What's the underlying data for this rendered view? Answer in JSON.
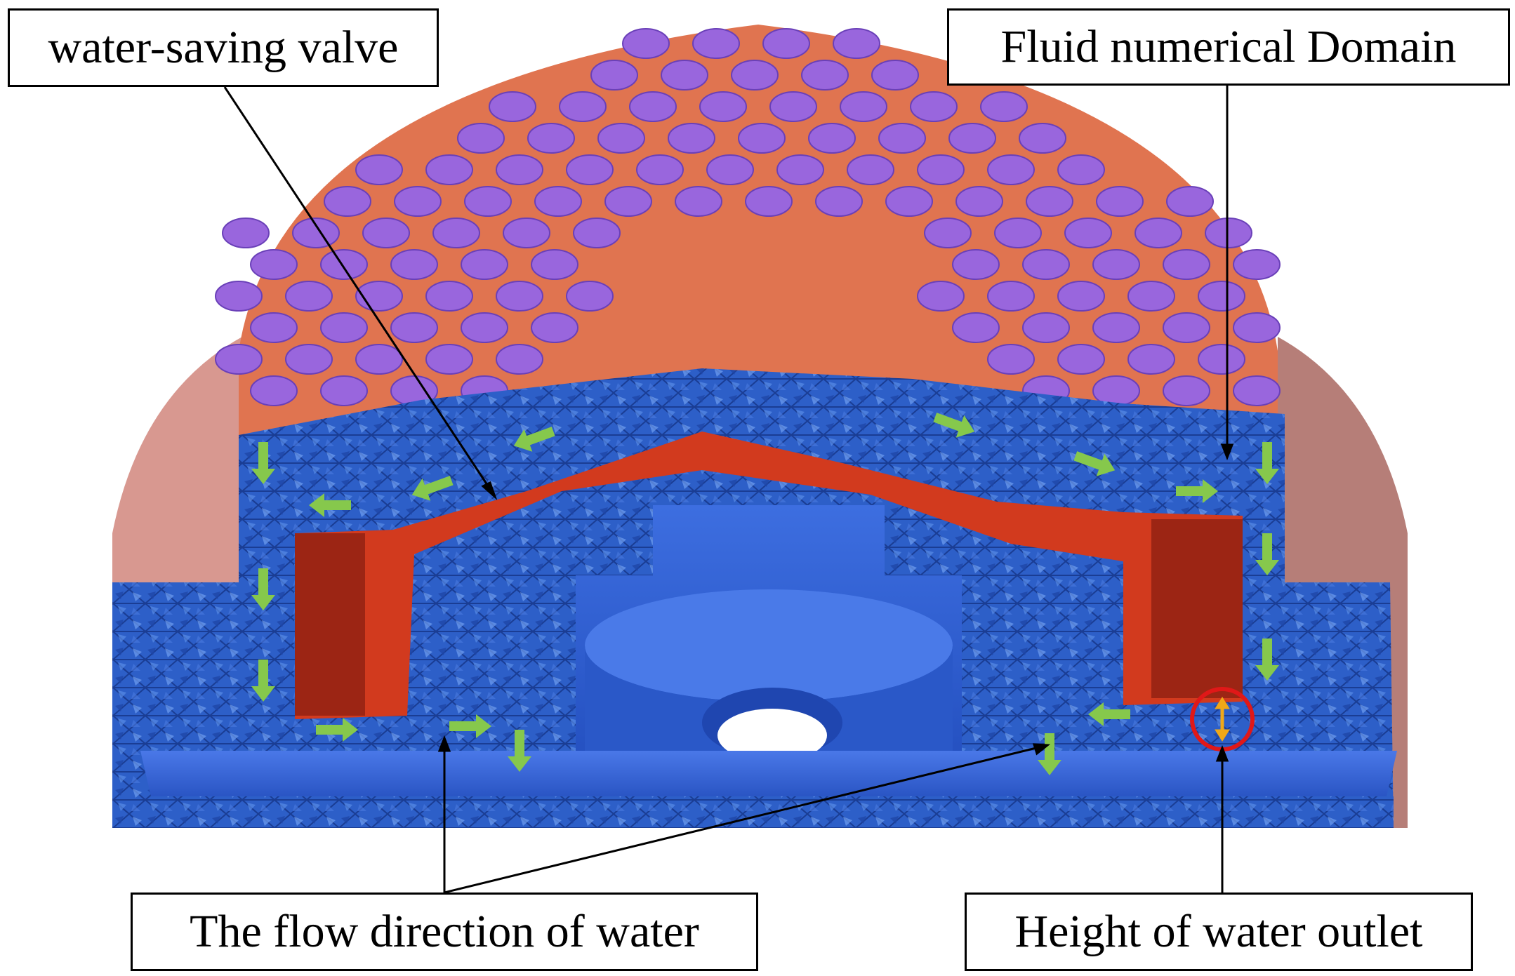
{
  "labels": {
    "valve": "water-saving valve",
    "domain": "Fluid numerical Domain",
    "flow": "The flow direction of water",
    "outlet": "Height of water outlet"
  },
  "colors": {
    "shell_orange": "#e07450",
    "hole_purple": "#9966dd",
    "mesh_blue": "#2d5fc8",
    "valve_red": "#d23a1e",
    "flow_arrow_green": "#86c84c",
    "outlet_marker_red": "#e01818",
    "height_arrow_orange": "#f0a818",
    "side_flange_pink": "#d89890"
  },
  "icons": {
    "flow_arrow": "green-arrow-icon",
    "outlet_marker": "red-circle-icon",
    "height_marker": "double-arrow-icon"
  }
}
